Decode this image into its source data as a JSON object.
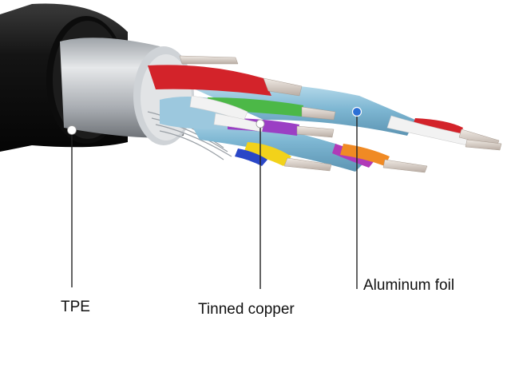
{
  "labels": {
    "tpe": "TPE",
    "tinned_copper": "Tinned copper",
    "aluminum_foil": "Aluminum foil"
  },
  "colors": {
    "jacket": "#111111",
    "braid_shield": "#c9ccd0",
    "foil": "#8fc3dc",
    "callout_line": "#222222",
    "wire_red": "#d3232a",
    "wire_green": "#4cb847",
    "wire_purple": "#9b3fc4",
    "wire_yellow": "#f2d21a",
    "wire_blue": "#2a47c7",
    "wire_orange": "#f08a24",
    "wire_white": "#f2f2f2",
    "copper": "#d9d0c8"
  }
}
